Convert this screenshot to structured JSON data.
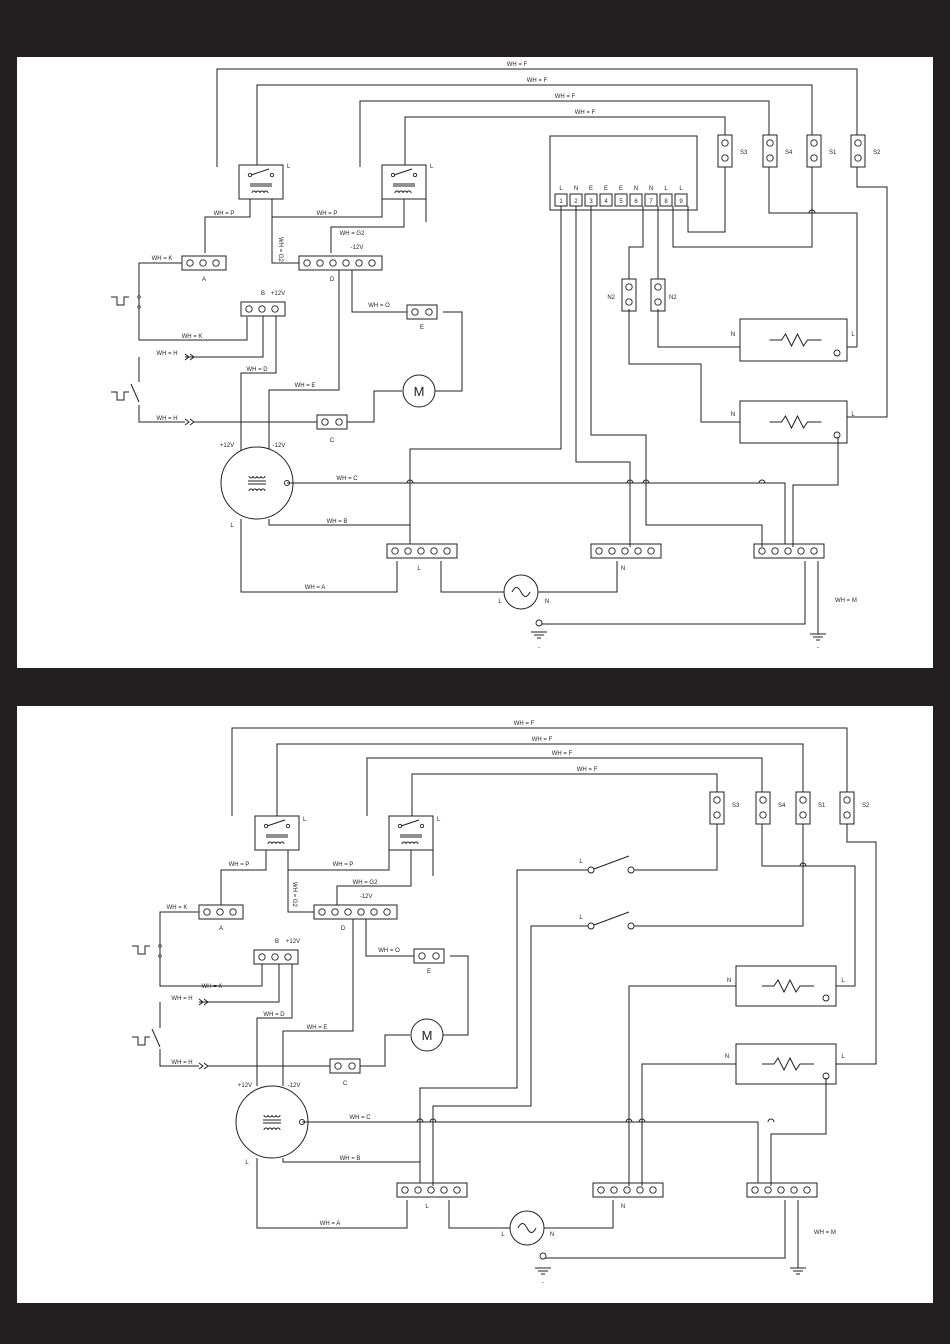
{
  "wires": {
    "f": "WH = F",
    "p": "WH = P",
    "k": "WH = K",
    "h": "WH = H",
    "d": "WH = D",
    "e": "WH = E",
    "o": "WH = O",
    "g2": "WH = G2",
    "c": "WH = C",
    "b": "WH = B",
    "a": "WH = A",
    "m": "WH = M"
  },
  "labels": {
    "l": "L",
    "n": "N",
    "e": "E",
    "plus12": "+12V",
    "minus12": "-12V",
    "a": "A",
    "b": "B",
    "c": "C",
    "d": "D",
    "motor": "M",
    "n2": "N2",
    "s1": "S1",
    "s2": "S2",
    "s3": "S3",
    "s4": "S4",
    "ground": "-"
  },
  "controller": {
    "top": [
      "L",
      "N",
      "E",
      "E",
      "E",
      "N",
      "N",
      "L",
      "L"
    ],
    "nums": [
      "1",
      "2",
      "3",
      "4",
      "5",
      "6",
      "7",
      "8",
      "9"
    ]
  },
  "colors": {
    "background": "#231f20",
    "panel": "#ffffff",
    "line": "#231f20"
  }
}
